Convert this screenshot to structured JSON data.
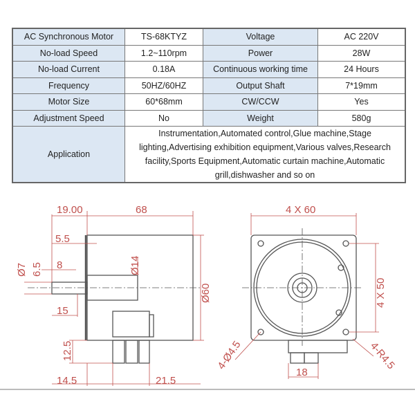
{
  "spec_table": {
    "rows": [
      [
        "AC Synchronous Motor",
        "TS-68KTYZ",
        "Voltage",
        "AC 220V"
      ],
      [
        "No-load Speed",
        "1.2~110rpm",
        "Power",
        "28W"
      ],
      [
        "No-load Current",
        "0.18A",
        "Continuous working time",
        "24 Hours"
      ],
      [
        "Frequency",
        "50HZ/60HZ",
        "Output Shaft",
        "7*19mm"
      ],
      [
        "Motor Size",
        "60*68mm",
        "CW/CCW",
        "Yes"
      ],
      [
        "Adjustment Speed",
        "No",
        "Weight",
        "580g"
      ]
    ],
    "application_label": "Application",
    "application_value": "Instrumentation,Automated control,Glue machine,Stage lighting,Advertising exhibition equipment,Various valves,Research facility,Sports Equipment,Automatic curtain machine,Automatic grill,dishwasher and so on"
  },
  "drawing": {
    "dims": {
      "shaft_length": "19.00",
      "body_length": "68",
      "flange_width": "4 X 60",
      "d55": "5.5",
      "hub_dia": "Ø14",
      "shaft_dia": "Ø7",
      "d65": "6.5",
      "d8": "8",
      "d15": "15",
      "body_dia": "Ø60",
      "hole_spacing": "4 X 50",
      "d125": "12.5",
      "d145": "14.5",
      "d215": "21.5",
      "d18": "18",
      "holes": "4-Ø4.5",
      "corner_radius": "4-R4.5"
    },
    "line_color": "#555555",
    "dim_color": "#c0504d"
  }
}
